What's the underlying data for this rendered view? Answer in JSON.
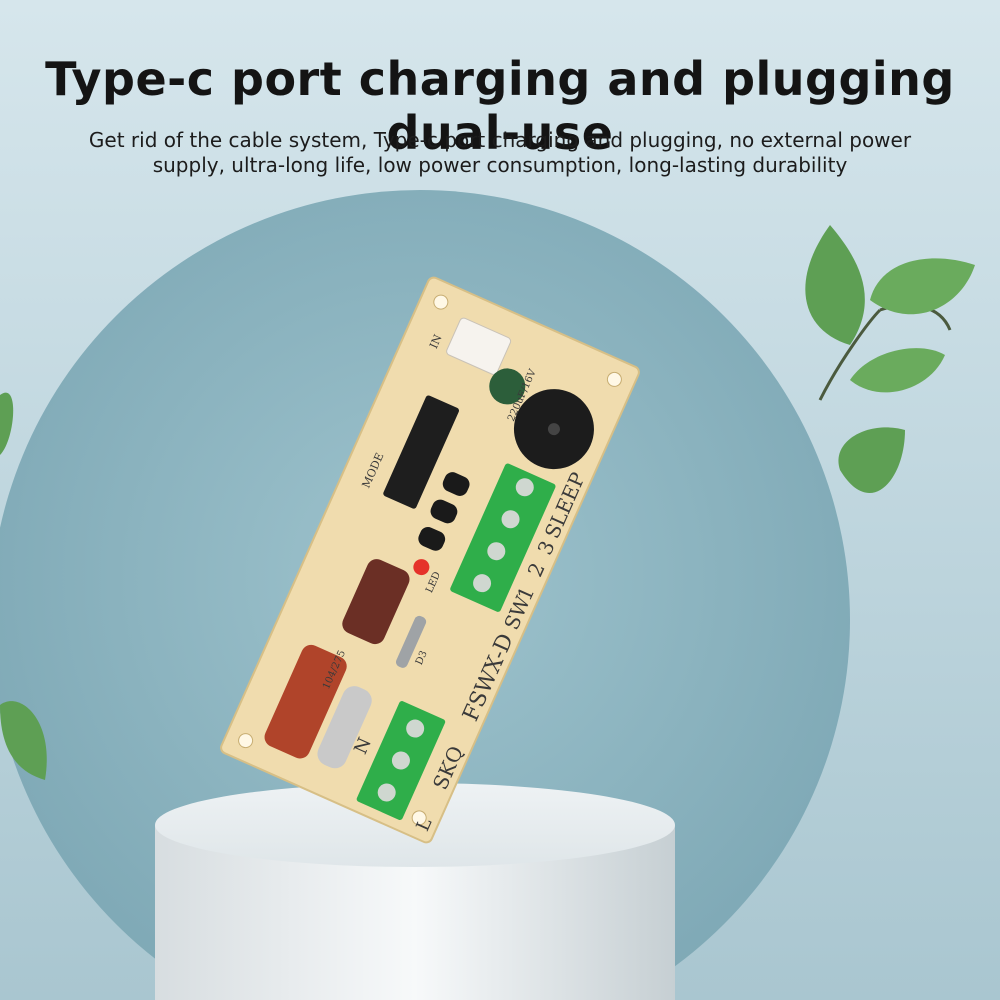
{
  "banner": {
    "title": "Type-c port charging and plugging dual-use",
    "subtitle": "Get rid of the cable system, Type-c port charging and plugging, no external power supply, ultra-long life, low power consumption, long-lasting durability"
  },
  "board": {
    "silkscreen": {
      "model": "FSWX-D",
      "brand": "SKQ",
      "sleep": "SLEEP",
      "sw": "SW",
      "pin1": "1",
      "pin2": "2",
      "pin3": "3",
      "neutral": "N",
      "line": "L",
      "mode": "MODE",
      "in": "IN",
      "led": "LED",
      "d3": "D3",
      "cap_label": "220uF/16V",
      "film_cap_code": "104/275"
    }
  },
  "colors": {
    "pcb": "#f0dcae",
    "terminal": "#2fae4a",
    "capacitor": "#b0442a",
    "background": "#c6dbe3",
    "leaf": "#5e9f54"
  },
  "icons": [
    "leaf-icon",
    "buzzer-icon",
    "terminal-block-icon"
  ]
}
